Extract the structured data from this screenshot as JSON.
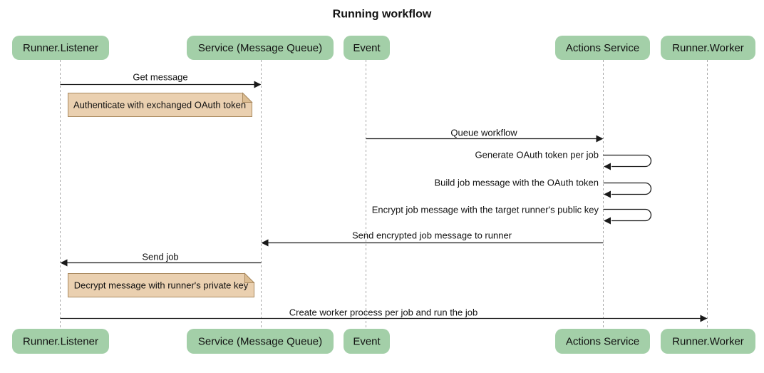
{
  "title": "Running workflow",
  "actors": [
    {
      "id": "runner-listener",
      "label": "Runner.Listener"
    },
    {
      "id": "service-message-queue",
      "label": "Service (Message Queue)"
    },
    {
      "id": "event",
      "label": "Event"
    },
    {
      "id": "actions-service",
      "label": "Actions Service"
    },
    {
      "id": "runner-worker",
      "label": "Runner.Worker"
    }
  ],
  "messages": [
    {
      "from": "Runner.Listener",
      "to": "Service (Message Queue)",
      "label": "Get message"
    },
    {
      "from": "Event",
      "to": "Actions Service",
      "label": "Queue workflow"
    },
    {
      "from": "Actions Service",
      "to": "Actions Service",
      "label": "Generate OAuth token per job"
    },
    {
      "from": "Actions Service",
      "to": "Actions Service",
      "label": "Build job message with the OAuth token"
    },
    {
      "from": "Actions Service",
      "to": "Actions Service",
      "label": "Encrypt job message with the target runner's public key"
    },
    {
      "from": "Actions Service",
      "to": "Service (Message Queue)",
      "label": "Send encrypted job message to runner"
    },
    {
      "from": "Service (Message Queue)",
      "to": "Runner.Listener",
      "label": "Send job"
    },
    {
      "from": "Runner.Listener",
      "to": "Runner.Worker",
      "label": "Create worker process per job and run the job"
    }
  ],
  "notes": [
    {
      "over": "Runner.Listener",
      "label": "Authenticate with exchanged OAuth token"
    },
    {
      "over": "Runner.Listener",
      "label": "Decrypt message with runner's private key"
    }
  ],
  "colors": {
    "background": "#ffffff",
    "actor_fill": "#a3cfa8",
    "note_fill": "#ead0b0",
    "note_border": "#aa8a60",
    "note_fold": "#dcbd92",
    "message_line": "#1a1a1a",
    "lifeline": "#a8a8a8",
    "text": "#111111"
  }
}
